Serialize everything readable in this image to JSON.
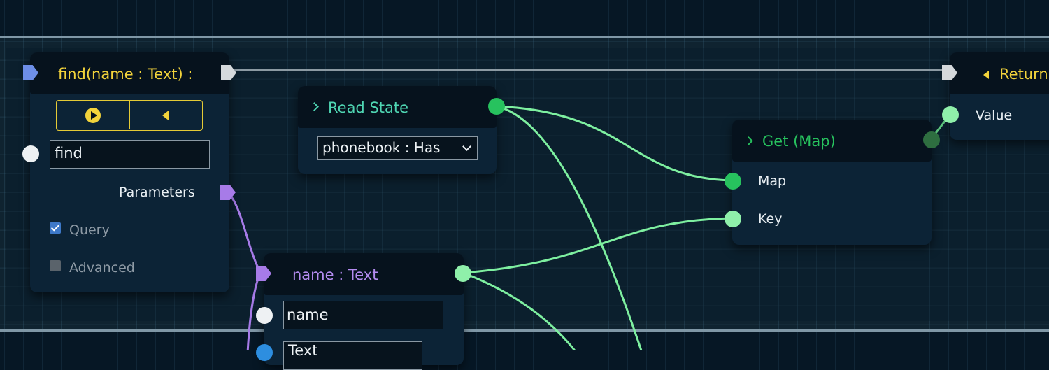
{
  "nodes": {
    "find": {
      "title": "find(name : Text) :",
      "name_value": "find",
      "parameters_label": "Parameters",
      "query_label": "Query",
      "query_checked": true,
      "advanced_label": "Advanced",
      "advanced_checked": false
    },
    "read_state": {
      "title": "Read State",
      "select_value": "phonebook : Has"
    },
    "get_map": {
      "title": "Get (Map)",
      "map_label": "Map",
      "key_label": "Key"
    },
    "return": {
      "title": "Return",
      "value_label": "Value"
    },
    "name_param": {
      "title": "name : Text",
      "name_value": "name",
      "type_value": "Text"
    }
  },
  "colors": {
    "background": "#061725",
    "node_body": "#0c2336",
    "node_header": "#06121d",
    "function_title": "#f2d33b",
    "state_title": "#4fd6b3",
    "get_title": "#27c25e",
    "param_title": "#b48cf0",
    "data_wire": "#7ef0a0",
    "param_wire": "#a77be8",
    "exec_wire": "#8c9aa3"
  },
  "icons": {
    "play": "play-circle-icon",
    "back": "caret-left-icon",
    "chevron": "chevron-right-icon",
    "dropdown": "chevron-down-icon",
    "checkbox": "checkbox-icon"
  }
}
